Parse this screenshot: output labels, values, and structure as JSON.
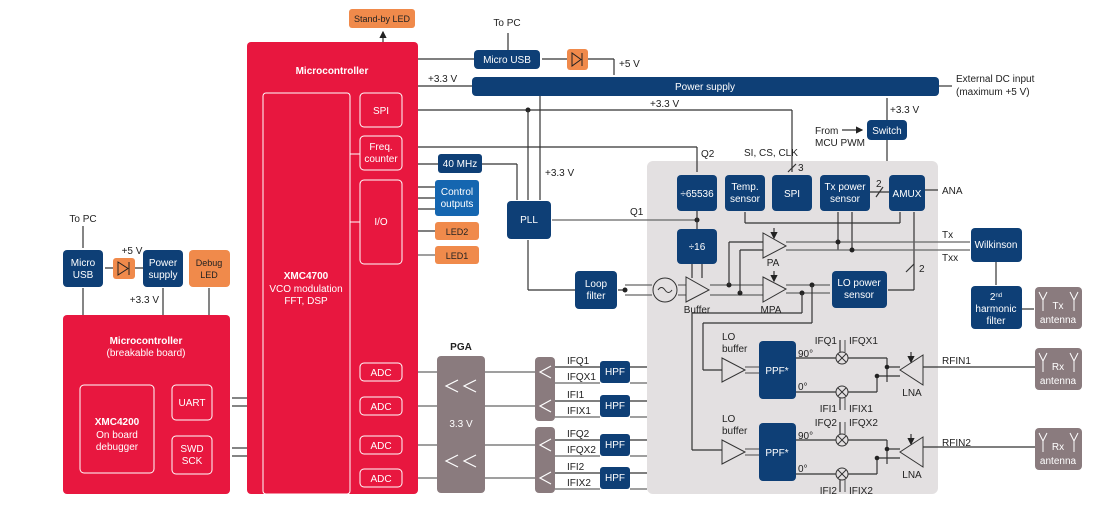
{
  "colors": {
    "mcu_red": "#e8173f",
    "block_blue": "#0e3f76",
    "block_blue_light": "#1566b0",
    "led_orange": "#f08a4b",
    "antenna_gray": "#8a7b7e",
    "rf_area_gray": "#e3e0e1"
  },
  "main_mcu": {
    "title": "Microcontroller",
    "core_name": "XMC4700",
    "core_desc_1": "VCO modulation",
    "core_desc_2": "FFT, DSP",
    "spi": "SPI",
    "freq_counter_1": "Freq.",
    "freq_counter_2": "counter",
    "io": "I/O",
    "adc": [
      "ADC",
      "ADC",
      "ADC",
      "ADC"
    ]
  },
  "debug_mcu": {
    "title": "Microcontroller",
    "subtitle": "(breakable board)",
    "core_name": "XMC4200",
    "core_desc_1": "On board",
    "core_desc_2": "debugger",
    "uart": "UART",
    "swd_1": "SWD",
    "swd_2": "SCK"
  },
  "left_power": {
    "to_pc": "To PC",
    "micro_usb_1": "Micro",
    "micro_usb_2": "USB",
    "v5": "+5 V",
    "power_supply_1": "Power",
    "power_supply_2": "supply",
    "v33": "+3.3 V",
    "debug_led_1": "Debug",
    "debug_led_2": "LED"
  },
  "top_power": {
    "standby_led": "Stand-by LED",
    "to_pc": "To PC",
    "micro_usb": "Micro USB",
    "v5": "+5 V",
    "v33_left": "+3.3 V",
    "power_supply": "Power supply",
    "external_dc_1": "External DC input",
    "external_dc_2": "(maximum +5 V)",
    "v33_spi": "+3.3 V",
    "v33_switch": "+3.3 V",
    "switch": "Switch",
    "from_mcu_1": "From",
    "from_mcu_2": "MCU PWM",
    "v33_pll": "+3.3 V"
  },
  "clock": {
    "osc": "40 MHz",
    "control_outputs_1": "Control",
    "control_outputs_2": "outputs",
    "led2": "LED2",
    "led1": "LED1",
    "pll": "PLL",
    "loop_filter_1": "Loop",
    "loop_filter_2": "filter",
    "q1": "Q1",
    "q2": "Q2"
  },
  "rf_chip": {
    "spi_signals": "SI, CS, CLK",
    "spi_bus_width": "3",
    "div_65536": "÷65536",
    "temp_sensor_1": "Temp.",
    "temp_sensor_2": "sensor",
    "spi": "SPI",
    "tx_power_sensor_1": "Tx power",
    "tx_power_sensor_2": "sensor",
    "amux_bus_width": "2",
    "amux": "AMUX",
    "ana": "ANA",
    "div_16": "÷16",
    "pa": "PA",
    "buffer": "Buffer",
    "mpa": "MPA",
    "lo_power_sensor_1": "LO power",
    "lo_power_sensor_2": "sensor",
    "lo_bus_width": "2",
    "tx": "Tx",
    "txx": "Txx",
    "lo_buffer_1": "LO",
    "lo_buffer_2": "buffer",
    "ppf": "PPF*",
    "deg90": "90°",
    "deg0": "0°",
    "lna": "LNA",
    "ch1": {
      "ifq": "IFQ1",
      "ifqx": "IFQX1",
      "ifi": "IFI1",
      "ifix": "IFIX1",
      "rfin": "RFIN1"
    },
    "ch2": {
      "ifq": "IFQ2",
      "ifqx": "IFQX2",
      "ifi": "IFI2",
      "ifix": "IFIX2",
      "rfin": "RFIN2"
    }
  },
  "tx_path": {
    "wilkinson": "Wilkinson",
    "harmonic_1": "2",
    "harmonic_sup": "nd",
    "harmonic_2": "harmonic",
    "harmonic_3": "filter",
    "tx_antenna_1": "Tx",
    "tx_antenna_2": "antenna",
    "rx_antenna_1": "Rx",
    "rx_antenna_2": "antenna"
  },
  "baseband": {
    "pga": "PGA",
    "pga_voltage": "3.3 V",
    "hpf": "HPF",
    "labels": [
      "IFQ1",
      "IFQX1",
      "IFI1",
      "IFIX1",
      "IFQ2",
      "IFQX2",
      "IFI2",
      "IFIX2"
    ]
  }
}
